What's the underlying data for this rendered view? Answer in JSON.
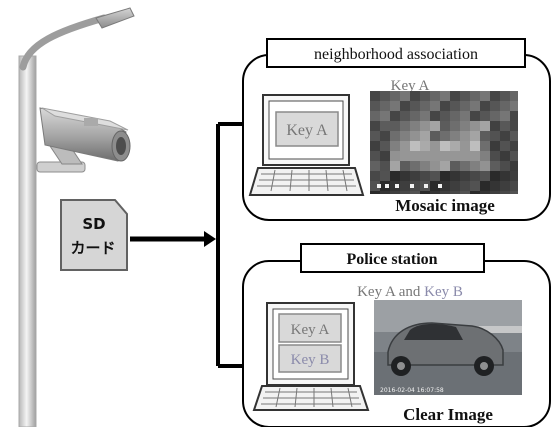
{
  "sd_card": {
    "line1": "SD",
    "line2": "カード"
  },
  "panels": {
    "neighborhood": {
      "title": "neighborhood association",
      "laptop_key": "Key A",
      "key_label": "Key A",
      "caption": "Mosaic image"
    },
    "police": {
      "title": "Police station",
      "keys_label_prefix": "Key A",
      "keys_label_and": " and ",
      "keys_label_suffix": "Key B",
      "laptop_key_a": "Key A",
      "laptop_key_b": "Key B",
      "caption": "Clear Image",
      "timestamp": "2016-02-04 16:07:58"
    }
  },
  "colors": {
    "line": "#000000",
    "key_a_text": "#777777",
    "key_b_text": "#8b8bab",
    "key_box_fill": "#d9d9d9",
    "key_box_stroke": "#8a8a8a",
    "police_photo_bg": "#7e8388",
    "mosaic_photo_bg": "#3c3f3f"
  }
}
